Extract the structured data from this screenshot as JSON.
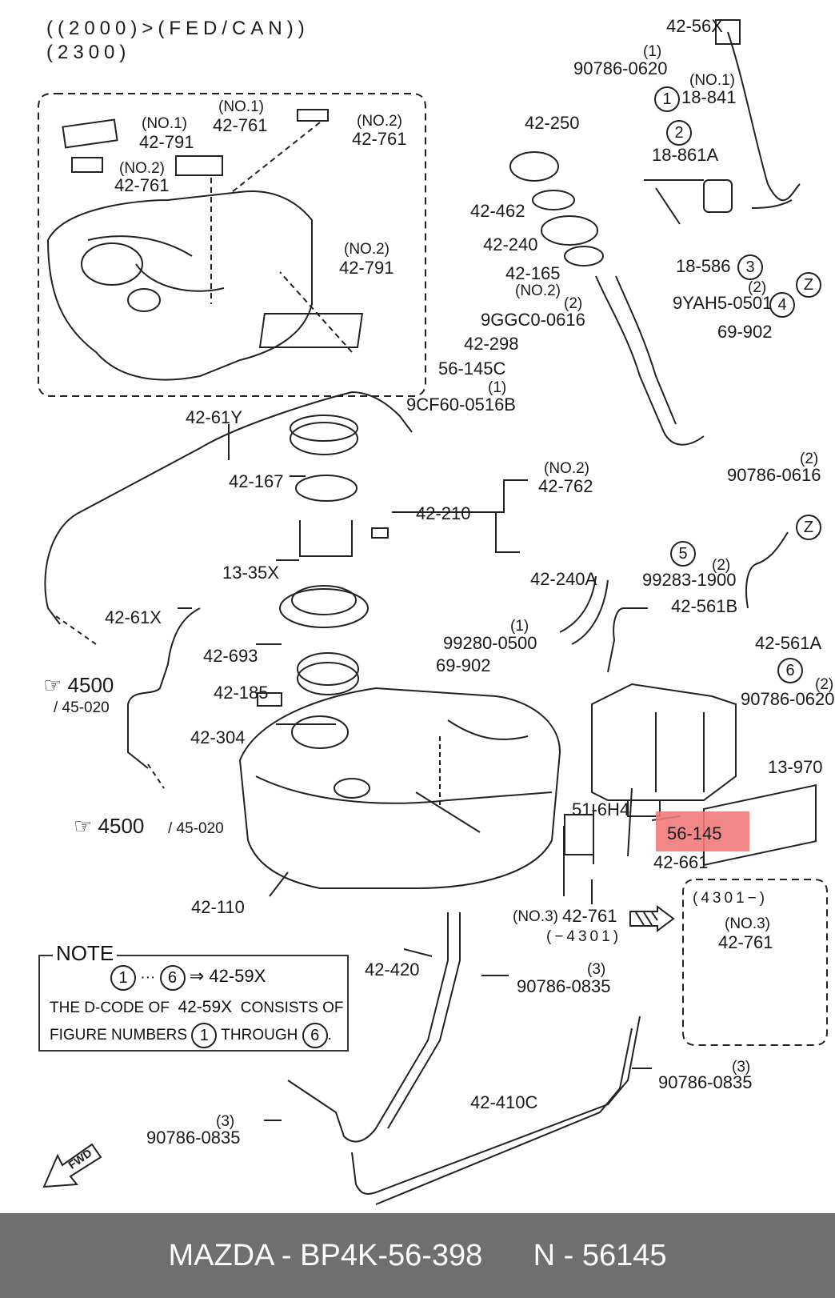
{
  "header": {
    "line1": "((2000)>(FED/CAN))",
    "line2": "(2300)"
  },
  "labels": {
    "inset_no1_791": "(NO.1)",
    "inset_791a": "42-791",
    "inset_no1_761": "(NO.1)",
    "inset_761a": "42-761",
    "inset_no2_761b_tag": "(NO.2)",
    "inset_761b": "42-761",
    "inset_no2_761c_tag": "(NO.2)",
    "inset_761c": "42-761",
    "inset_no2_791_tag": "(NO.2)",
    "inset_791b": "42-791",
    "p42_56X": "42-56X",
    "q1a": "(1)",
    "p90786_0620a": "90786-0620",
    "no1_841": "(NO.1)",
    "p18_841": "18-841",
    "p18_861A": "18-861A",
    "p18_586": "18-586",
    "p42_250": "42-250",
    "p42_462": "42-462",
    "p42_240": "42-240",
    "p42_165": "42-165",
    "no2_165": "(NO.2)",
    "q2a": "(2)",
    "p9GGC0_0616": "9GGC0-0616",
    "p42_298": "42-298",
    "p56_145C": "56-145C",
    "q1b": "(1)",
    "p9CF60_0516B": "9CF60-0516B",
    "q2b": "(2)",
    "p9YAH5_0501": "9YAH5-0501",
    "p69_902a": "69-902",
    "p42_61Y": "42-61Y",
    "p42_167": "42-167",
    "no2_762": "(NO.2)",
    "p42_762": "42-762",
    "p42_210": "42-210",
    "q2c": "(2)",
    "p90786_0616": "90786-0616",
    "p13_35X": "13-35X",
    "p42_240A": "42-240A",
    "q2d": "(2)",
    "p99283_1900": "99283-1900",
    "p42_61X": "42-61X",
    "p42_561B": "42-561B",
    "p42_693": "42-693",
    "q1c": "(1)",
    "p99280_0500": "99280-0500",
    "p42_561A": "42-561A",
    "p69_902b": "69-902",
    "ref4500a": "4500",
    "ref45020a": "/ 45-020",
    "p42_185": "42-185",
    "q2e": "(2)",
    "p90786_0620b": "90786-0620",
    "p42_304": "42-304",
    "p13_970": "13-970",
    "p51_6H4": "51-6H4",
    "p56_145": "56-145",
    "p42_661": "42-661",
    "ref4500b": "4500",
    "ref45020b": "/ 45-020",
    "p42_110": "42-110",
    "no3_761": "(NO.3)",
    "p42_761_no3": "42-761",
    "range_4301a": "(−4301)",
    "inset2_range": "(4301−)",
    "inset2_no3": "(NO.3)",
    "inset2_761": "42-761",
    "p42_420": "42-420",
    "q3a": "(3)",
    "p90786_0835a": "90786-0835",
    "q3b": "(3)",
    "p90786_0835b": "90786-0835",
    "p42_410C": "42-410C",
    "q3c": "(3)",
    "p90786_0835c": "90786-0835"
  },
  "circled": [
    "1",
    "2",
    "3",
    "4",
    "5",
    "6"
  ],
  "circle_z": "Z",
  "note": {
    "title": "NOTE",
    "line1_from": "1",
    "line1_to": "6",
    "line1_arrow": "⇒ 42-59X",
    "dots": "···",
    "line2a": "THE D-CODE OF",
    "line2b": "42-59X",
    "line2c": "CONSISTS OF",
    "line3a": "FIGURE NUMBERS",
    "line3b": "THROUGH",
    "line3c": "."
  },
  "fwd_label": "FWD",
  "footer": {
    "text": "MAZDA - BP4K-56-398      N - 56145"
  },
  "colors": {
    "highlight": "#f07a7a",
    "footer_bg": "#6f6f6f",
    "line": "#222222"
  }
}
